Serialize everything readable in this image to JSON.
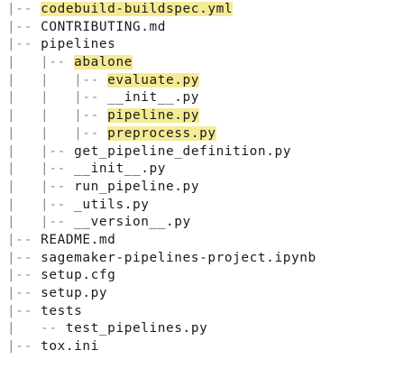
{
  "tree": {
    "lines": [
      {
        "prefix": "|-- ",
        "name": "codebuild-buildspec.yml",
        "highlight": true
      },
      {
        "prefix": "|-- ",
        "name": "CONTRIBUTING.md",
        "highlight": false
      },
      {
        "prefix": "|-- ",
        "name": "pipelines",
        "highlight": false
      },
      {
        "prefix": "|   |-- ",
        "name": "abalone",
        "highlight": true
      },
      {
        "prefix": "|   |   |-- ",
        "name": "evaluate.py",
        "highlight": true
      },
      {
        "prefix": "|   |   |-- ",
        "name": "__init__.py",
        "highlight": false
      },
      {
        "prefix": "|   |   |-- ",
        "name": "pipeline.py",
        "highlight": true
      },
      {
        "prefix": "|   |   |-- ",
        "name": "preprocess.py",
        "highlight": true
      },
      {
        "prefix": "|   |-- ",
        "name": "get_pipeline_definition.py",
        "highlight": false
      },
      {
        "prefix": "|   |-- ",
        "name": "__init__.py",
        "highlight": false
      },
      {
        "prefix": "|   |-- ",
        "name": "run_pipeline.py",
        "highlight": false
      },
      {
        "prefix": "|   |-- ",
        "name": "_utils.py",
        "highlight": false
      },
      {
        "prefix": "|   |-- ",
        "name": "__version__.py",
        "highlight": false
      },
      {
        "prefix": "|-- ",
        "name": "README.md",
        "highlight": false
      },
      {
        "prefix": "|-- ",
        "name": "sagemaker-pipelines-project.ipynb",
        "highlight": false
      },
      {
        "prefix": "|-- ",
        "name": "setup.cfg",
        "highlight": false
      },
      {
        "prefix": "|-- ",
        "name": "setup.py",
        "highlight": false
      },
      {
        "prefix": "|-- ",
        "name": "tests",
        "highlight": false
      },
      {
        "prefix": "|   -- ",
        "name": "test_pipelines.py",
        "highlight": false
      },
      {
        "prefix": "|-- ",
        "name": "tox.ini",
        "highlight": false
      }
    ],
    "highlight_color": "#f5eb94"
  }
}
